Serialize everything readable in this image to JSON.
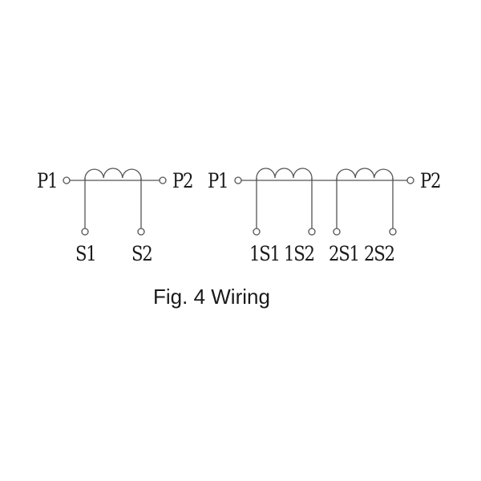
{
  "diagram": {
    "caption": "Fig. 4 Wiring",
    "line_color": "#555555",
    "text_color": "#1a1a1a",
    "single_ratio": {
      "primary_left": "P1",
      "primary_right": "P2",
      "secondary_terminals": [
        "S1",
        "S2"
      ]
    },
    "dual_ratio": {
      "primary_left": "P1",
      "primary_right": "P2",
      "secondary_terminals": [
        "1S1",
        "1S2",
        "2S1",
        "2S2"
      ]
    }
  }
}
